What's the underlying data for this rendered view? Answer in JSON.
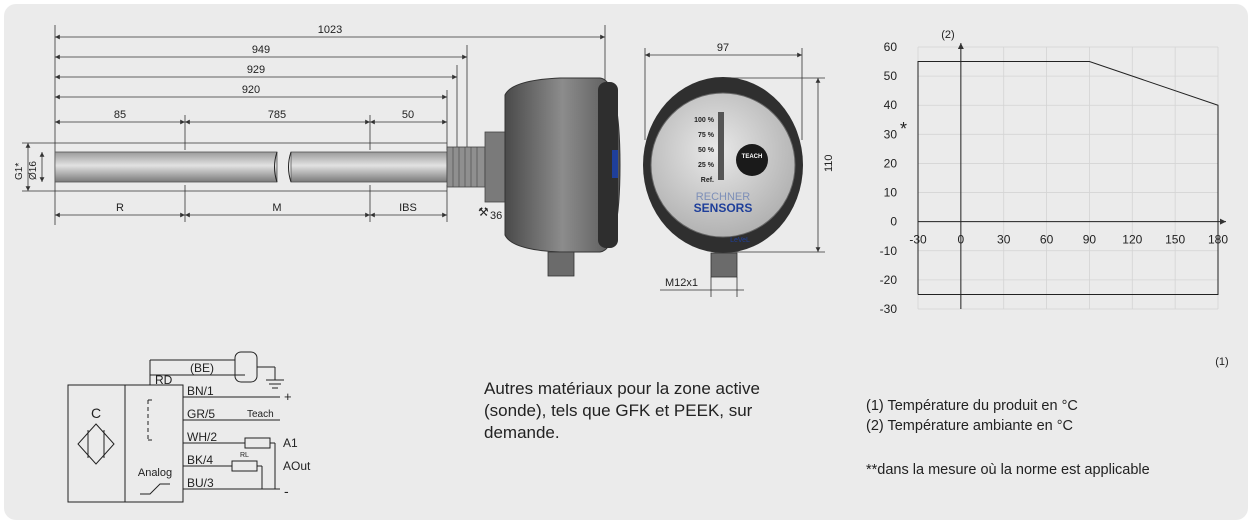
{
  "drawing": {
    "dims": {
      "d1023": "1023",
      "d949": "949",
      "d929": "929",
      "d920": "920",
      "d85": "85",
      "d785": "785",
      "d50": "50",
      "g1": "G1*",
      "dia16": "Ø16",
      "zone_r": "R",
      "zone_m": "M",
      "zone_ibs": "IBS",
      "wrench": "36",
      "d97": "97",
      "d110": "110",
      "m12": "M12x1"
    },
    "face": {
      "levels": [
        "100 %",
        "75 %",
        "50 %",
        "25 %",
        "Ref."
      ],
      "teach": "TEACH",
      "brand_top": "RECHNER",
      "brand_bottom": "SENSORS",
      "level_mark": "LeVeL"
    }
  },
  "wiring": {
    "be": "(BE)",
    "rd": "RD",
    "c": "C",
    "analog": "Analog",
    "wires": [
      "BN/1",
      "GR/5",
      "WH/2",
      "BK/4",
      "BU/3"
    ],
    "teach": "Teach",
    "a1": "A1",
    "aout": "AOut",
    "rl": "RL",
    "plus": "+",
    "minus": "-"
  },
  "note_materials": "Autres matériaux pour la zone active (sonde), tels que GFK et PEEK, sur demande.",
  "chart_data": {
    "type": "line",
    "x_ticks": [
      -30,
      0,
      30,
      60,
      90,
      120,
      150,
      180
    ],
    "y_ticks": [
      60,
      50,
      40,
      30,
      20,
      10,
      0,
      -10,
      -20,
      -30
    ],
    "xlim": [
      -30,
      180
    ],
    "ylim": [
      -30,
      60
    ],
    "grid": true,
    "x_axis_marker": "(1)",
    "y_axis_marker": "(2)",
    "star": "*",
    "series": [
      {
        "x": [
          -30,
          -30,
          90,
          180,
          180,
          -30
        ],
        "y": [
          -25,
          55,
          55,
          40,
          -25,
          -25
        ]
      }
    ]
  },
  "legend": {
    "l1": "(1) Température du produit en °C",
    "l2": "(2) Température ambiante en °C",
    "footnote": "**dans la mesure où la norme est applicable"
  },
  "colors": {
    "panel": "#ebebeb",
    "text": "#222222",
    "housing": "#6a6a6a",
    "accent": "#1f3f9a"
  }
}
